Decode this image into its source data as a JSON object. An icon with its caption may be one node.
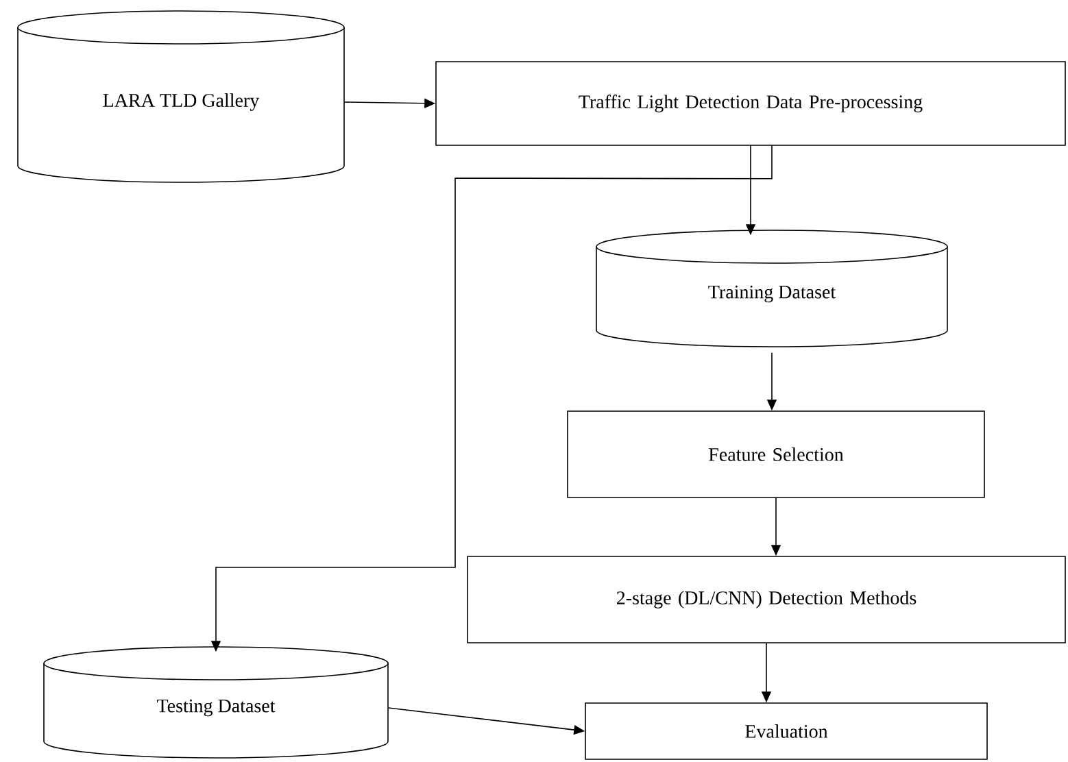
{
  "diagram": {
    "nodes": [
      {
        "text": [
          "LARA TLD Gallery"
        ]
      },
      {
        "text": [
          "Traffic Light Detection Data Pre-processing"
        ]
      },
      {
        "text": [
          "Training Dataset"
        ]
      },
      {
        "text": [
          "Feature Selection"
        ]
      },
      {
        "text": [
          "2-stage (DL/CNN) Detection Methods"
        ]
      },
      {
        "text": [
          "Testing Dataset"
        ]
      },
      {
        "text": [
          "Evaluation"
        ]
      }
    ],
    "edges": [
      {
        "from": 0,
        "to": 1,
        "arrow": "to"
      },
      {
        "from": 1,
        "to": 2,
        "arrow": "to"
      },
      {
        "from": 1,
        "to": 5,
        "arrow": "to"
      },
      {
        "from": 2,
        "to": 3,
        "arrow": "to"
      },
      {
        "from": 3,
        "to": 4,
        "arrow": "to"
      },
      {
        "from": 4,
        "to": 6,
        "arrow": "to"
      },
      {
        "from": 5,
        "to": 6,
        "arrow": "to"
      }
    ]
  }
}
